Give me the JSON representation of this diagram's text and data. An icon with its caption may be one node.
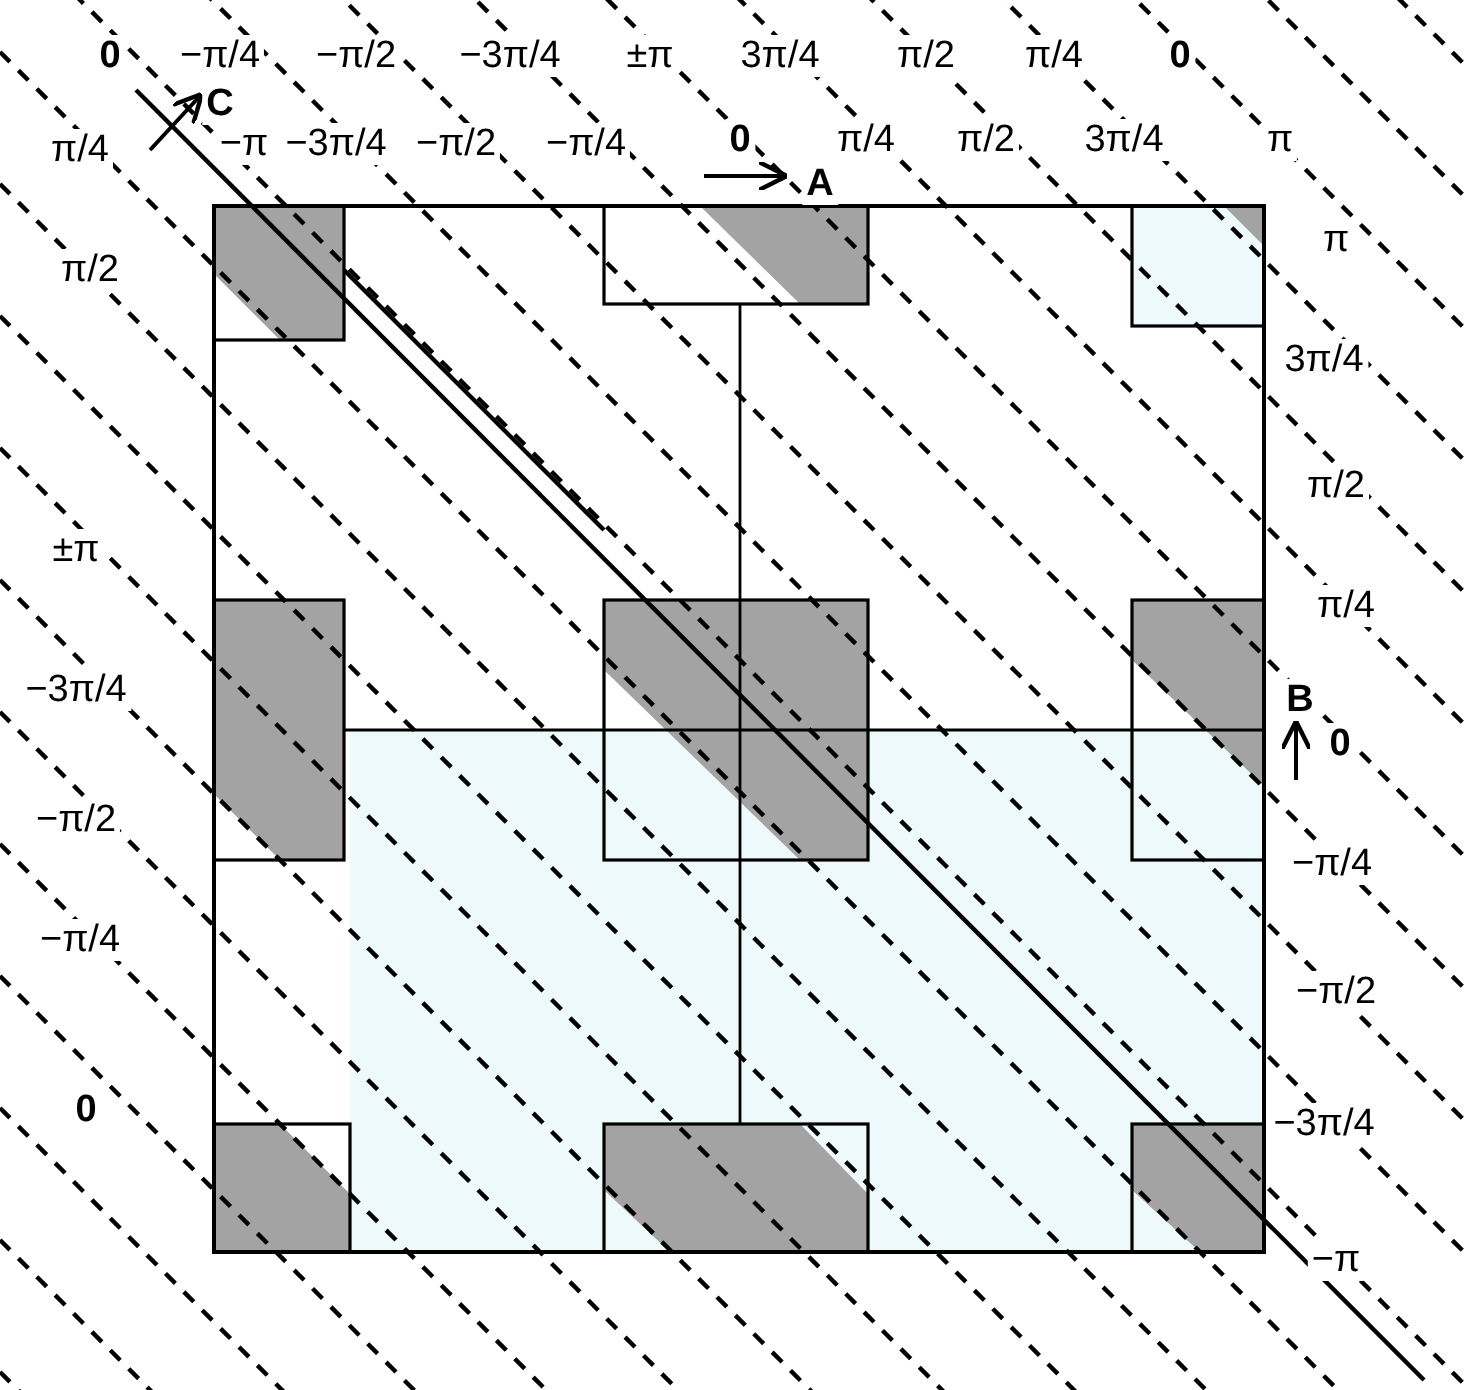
{
  "diagram": {
    "labels": [
      "0",
      "−π/4",
      "−π/2",
      "−3π/4",
      "±π",
      "3π/4",
      "π/2",
      "π/4",
      "0",
      "π/4",
      "C",
      "−π",
      "−3π/4",
      "−π/2",
      "−π/4",
      "0",
      "π/4",
      "π/2",
      "3π/4",
      "π",
      "A",
      "π",
      "π/2",
      "3π/4",
      "π/2",
      "±π",
      "π/4",
      "−3π/4",
      "B",
      "0",
      "−π/2",
      "−π/4",
      "−π/4",
      "−π/2",
      "0",
      "−3π/4",
      "−π"
    ]
  }
}
